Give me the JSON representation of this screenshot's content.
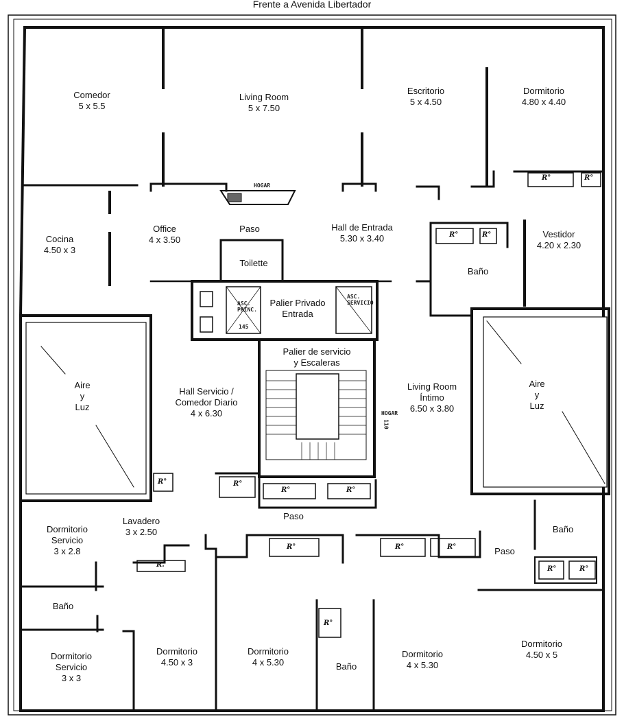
{
  "header": {
    "title": "Frente a Avenida Libertador"
  },
  "rooms": {
    "comedor": {
      "name": "Comedor",
      "size": "5 x 5.5"
    },
    "living": {
      "name": "Living Room",
      "size": "5 x 7.50"
    },
    "escritorio": {
      "name": "Escritorio",
      "size": "5 x 4.50"
    },
    "dormitorio_principal": {
      "name": "Dormitorio",
      "size": "4.80 x 4.40"
    },
    "cocina": {
      "name": "Cocina",
      "size": "4.50 x 3"
    },
    "office": {
      "name": "Office",
      "size": "4 x 3.50"
    },
    "paso_top": {
      "name": "Paso"
    },
    "hall_entrada": {
      "name": "Hall de Entrada",
      "size": "5.30 x 3.40"
    },
    "vestidor": {
      "name": "Vestidor",
      "size": "4.20 x 2.30"
    },
    "toilette": {
      "name": "Toilette"
    },
    "bano_principal": {
      "name": "Baño"
    },
    "palier_privado": {
      "line1": "Palier Privado",
      "line2": "Entrada"
    },
    "palier_servicio": {
      "line1": "Palier de servicio",
      "line2": "y Escaleras"
    },
    "aire_left": {
      "line1": "Aire",
      "line2": "y",
      "line3": "Luz"
    },
    "aire_right": {
      "line1": "Aire",
      "line2": "y",
      "line3": "Luz"
    },
    "hall_servicio": {
      "line1": "Hall Servicio /",
      "line2": "Comedor Diario",
      "size": "4 x 6.30"
    },
    "living_intimo": {
      "line1": "Living Room",
      "line2": "Íntimo",
      "size": "6.50 x 3.80"
    },
    "paso_mid": {
      "name": "Paso"
    },
    "lavadero": {
      "name": "Lavadero",
      "size": "3 x 2.50"
    },
    "dorm_servicio_1": {
      "line1": "Dormitorio",
      "line2": "Servicio",
      "size": "3 x 2.8"
    },
    "bano_servicio": {
      "name": "Baño"
    },
    "dorm_servicio_2": {
      "line1": "Dormitorio",
      "line2": "Servicio",
      "size": "3 x 3"
    },
    "dorm_a": {
      "name": "Dormitorio",
      "size": "4.50 x 3"
    },
    "dorm_b": {
      "name": "Dormitorio",
      "size": "4 x 5.30"
    },
    "bano_central": {
      "name": "Baño"
    },
    "dorm_c": {
      "name": "Dormitorio",
      "size": "4 x 5.30"
    },
    "dorm_d": {
      "name": "Dormitorio",
      "size": "4.50 x 5"
    },
    "paso_right": {
      "name": "Paso"
    },
    "bano_right": {
      "name": "Baño"
    }
  },
  "annotations": {
    "hogar": "HOGAR",
    "asc_princ": "ASC. PRINC.",
    "asc_princ_num": "145",
    "asc_serv": "ASC. SERVICIO",
    "hogar_small": "HOGAR",
    "shaft_num": "110",
    "radiator": "R°",
    "radiator_r": "R."
  }
}
